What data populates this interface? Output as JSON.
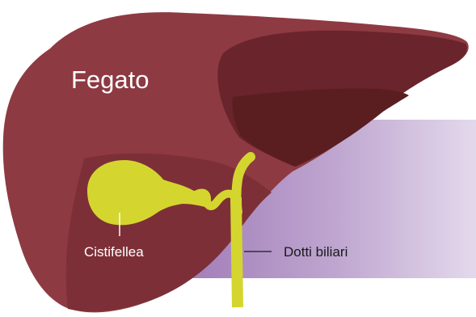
{
  "labels": {
    "liver": "Fegato",
    "gallbladder": "Cistifellea",
    "bile_ducts": "Dotti biliari"
  },
  "colors": {
    "liver_main": "#8e3a43",
    "liver_shadow": "#7d2f37",
    "liver_dark": "#6a242b",
    "liver_darkest": "#5a1e20",
    "bile": "#d4d62f",
    "background_gradient_start": "#9e78b5",
    "background_gradient_end": "#e3d9ec"
  }
}
